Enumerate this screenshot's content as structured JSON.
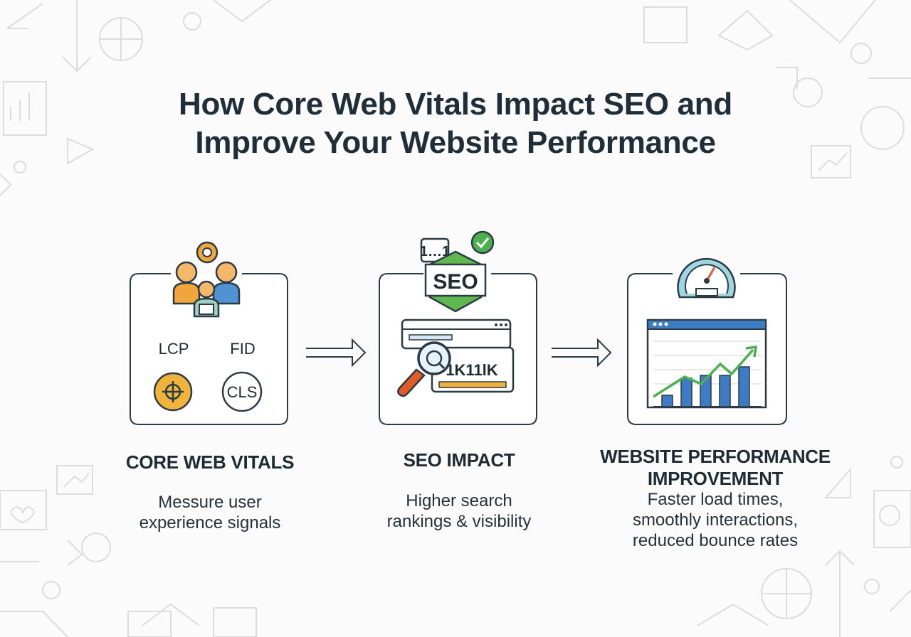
{
  "title": {
    "line1": "How Core Web Vitals Impact SEO and",
    "line2": "Improve Your Website Performance"
  },
  "stages": [
    {
      "heading": "CORE WEB VITALS",
      "desc": [
        "Messure user",
        "experience signals"
      ],
      "metrics": {
        "lcp": "LCP",
        "fid": "FID",
        "cls": "CLS"
      },
      "icon": "users-icon"
    },
    {
      "heading": "SEO IMPACT",
      "desc": [
        "Higher search",
        "rankings & visibility"
      ],
      "badge": "SEO",
      "rank_badge": "1…1",
      "search_text": "1K11lK",
      "icon": "magnifier-icon"
    },
    {
      "heading_lines": [
        "WEBSITE PERFORMANCE",
        "IMPROVEMENT"
      ],
      "desc": [
        "Faster load times,",
        "smoothly interactions,",
        "reduced bounce rates"
      ],
      "icon": "speedometer-icon",
      "chart_bars": [
        0.2,
        0.5,
        0.55,
        0.55,
        0.7
      ]
    }
  ],
  "colors": {
    "accent_orange": "#f0a63a",
    "accent_blue": "#4f93d2",
    "accent_green": "#4caf50",
    "dark": "#2b3a44",
    "search_orange": "#e35a2a"
  }
}
